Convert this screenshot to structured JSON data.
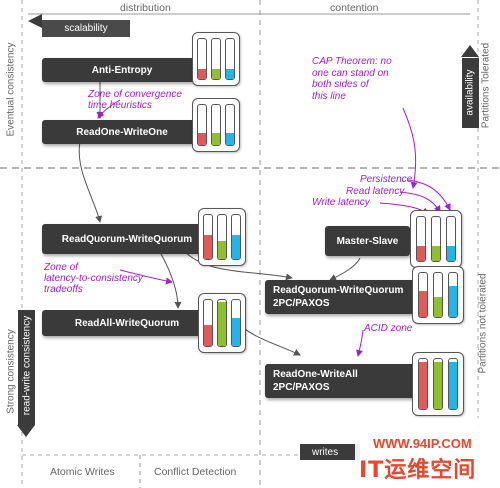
{
  "headers": {
    "top_left": "distribution",
    "top_right": "contention",
    "bottom_1": "Atomic Writes",
    "bottom_2": "Conflict Detection",
    "left_top": "Eventual consistency",
    "left_bottom": "Strong consistency",
    "right_top": "Partitions Tolerated",
    "right_bottom": "Partitions not tolerated"
  },
  "tabs": {
    "scalability": "scalability",
    "availability": "availability",
    "read_write_consistency": "read-write consistency",
    "writes": "writes"
  },
  "boxes": {
    "anti_entropy": "Anti-Entropy",
    "readone_writeone": "ReadOne-WriteOne",
    "readquorum_writequorum": "ReadQuorum-WriteQuorum",
    "readall_writequorum": "ReadAll-WriteQuorum",
    "master_slave": "Master-Slave",
    "rqwq_2pc_line1": "ReadQuorum-WriteQuorum",
    "rqwq_2pc_line2": "2PC/PAXOS",
    "rowa_2pc_line1": "ReadOne-WriteAll",
    "rowa_2pc_line2": "2PC/PAXOS"
  },
  "notes": {
    "cap": [
      "CAP Theorem: no",
      "one can stand on",
      "both sides of",
      "this line"
    ],
    "convergence": [
      "Zone of convergence",
      "time heuristics"
    ],
    "tradeoffs": [
      "Zone of",
      "latency-to-consistency",
      "tradeoffs"
    ],
    "persistence": "Persistence",
    "read_latency": "Read latency",
    "write_latency": "Write latency",
    "acid": "ACID zone"
  },
  "gauges": {
    "colors": {
      "red": "#e05a5a",
      "green": "#8fbf2f",
      "blue": "#23b4e8"
    },
    "anti_entropy": [
      0.25,
      0.25,
      0.25
    ],
    "readone_writeone": [
      0.3,
      0.3,
      0.3
    ],
    "readquorum_writequorum": [
      0.55,
      0.4,
      0.55
    ],
    "readall_writequorum": [
      0.45,
      0.95,
      0.6
    ],
    "master_slave": [
      0.35,
      0.35,
      0.35
    ],
    "rqwq_2pc": [
      0.6,
      0.45,
      0.7
    ],
    "rowa_2pc": [
      0.95,
      0.95,
      0.95
    ]
  },
  "watermark": {
    "url": "WWW.94IP.COM",
    "brand": "IT运维空间"
  }
}
